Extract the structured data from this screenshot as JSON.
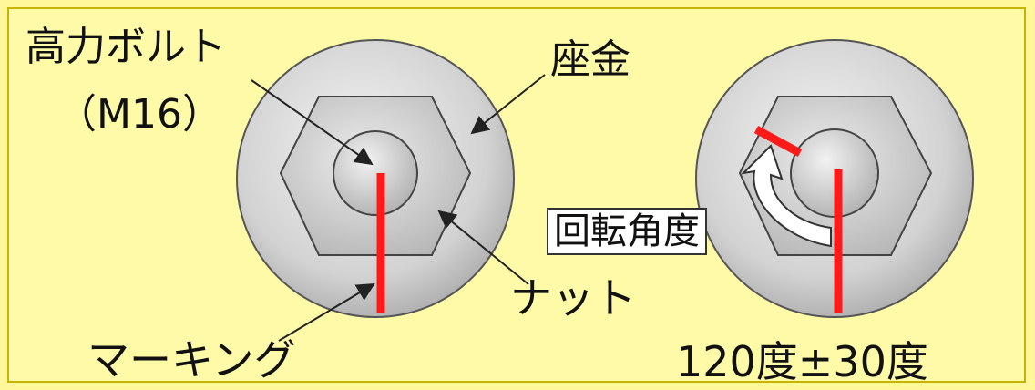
{
  "labels": {
    "bolt": "高力ボルト",
    "bolt_size": "（M16）",
    "washer": "座金",
    "nut": "ナット",
    "marking": "マーキング",
    "rotation_angle": "回転角度",
    "tolerance": "120度±30度"
  },
  "colors": {
    "background": "#fff799",
    "marking_line": "#ff1a1a",
    "washer": "#d6d6d6",
    "nut": "#c8c8c8",
    "outline": "#333333"
  }
}
